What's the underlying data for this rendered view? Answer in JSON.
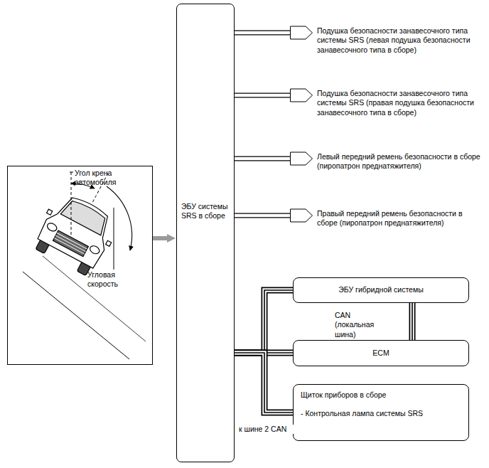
{
  "diagram": {
    "nodes": [
      {
        "text": [
          "Угол крена автомобиля",
          "Угловая скорость"
        ]
      },
      {
        "text": [
          "ЭБУ системы SRS в сборе"
        ]
      },
      {
        "text": [
          "Подушка безопасности занавесочного типа системы SRS (левая подушка безопасности занавесочного типа в сборе)"
        ]
      },
      {
        "text": [
          "Подушка безопасности занавесочного типа системы SRS (правая подушка безопасности занавесочного типа в сборе)"
        ]
      },
      {
        "text": [
          "Левый передний ремень безопасности в сборе (пиропатрон преднатяжителя)"
        ]
      },
      {
        "text": [
          "Правый передний ремень безопасности в сборе (пиропатрон преднатяжителя)"
        ]
      },
      {
        "text": [
          "ЭБУ гибридной системы"
        ]
      },
      {
        "text": [
          "ECM"
        ]
      },
      {
        "text": [
          "Щиток приборов в сборе",
          "- Контрольная лампа системы SRS"
        ]
      }
    ],
    "edges": [
      {
        "from": 0,
        "to": 1,
        "arrow": "to"
      },
      {
        "from": 1,
        "to": 2,
        "arrow": "none"
      },
      {
        "from": 1,
        "to": 3,
        "arrow": "none"
      },
      {
        "from": 1,
        "to": 4,
        "arrow": "none"
      },
      {
        "from": 1,
        "to": 5,
        "arrow": "none"
      },
      {
        "from": 1,
        "to": 6,
        "arrow": "none"
      },
      {
        "from": 1,
        "to": 7,
        "arrow": "none"
      },
      {
        "from": 1,
        "to": 8,
        "arrow": "none"
      },
      {
        "from": 6,
        "to": 7,
        "label": "CAN (локальная шина)",
        "arrow": "none"
      }
    ],
    "labels": [
      "к шине 2 CAN"
    ]
  }
}
